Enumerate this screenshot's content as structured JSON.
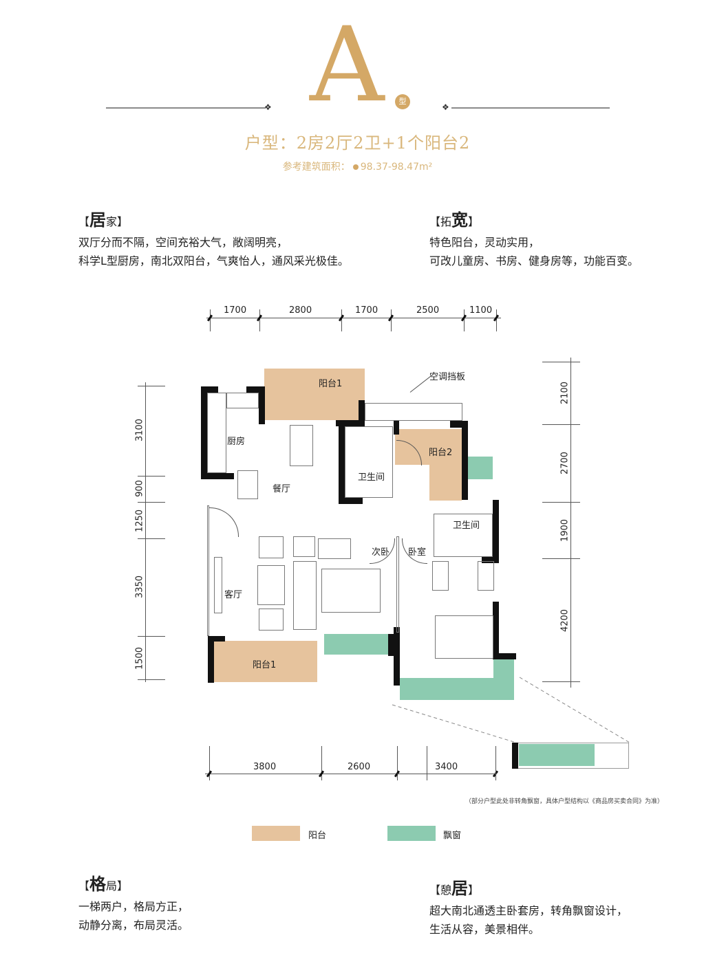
{
  "header": {
    "type_letter": "A",
    "type_badge": "型",
    "layout": "户型：2房2厅2卫+1个阳台2",
    "area_label": "参考建筑面积：",
    "area_value": "98.37-98.47m²"
  },
  "features": [
    {
      "id": "juja",
      "title_open": "【",
      "title_big": "居",
      "title_small": "家",
      "title_close": "】",
      "big_first": true,
      "lines": [
        "双厅分而不隔，空间充裕大气，敞阔明亮，",
        "科学L型厨房，南北双阳台，气爽怡人，通风采光极佳。"
      ]
    },
    {
      "id": "tuokuan",
      "title_open": "【",
      "title_small": "拓",
      "title_big": "宽",
      "title_close": "】",
      "big_first": false,
      "lines": [
        "特色阳台，灵动实用，",
        "可改儿童房、书房、健身房等，功能百变。"
      ]
    },
    {
      "id": "geju",
      "title_open": "【",
      "title_big": "格",
      "title_small": "局",
      "title_close": "】",
      "big_first": true,
      "lines": [
        "一梯两户，格局方正，",
        "动静分离，布局灵活。"
      ]
    },
    {
      "id": "qiju",
      "title_open": "【",
      "title_small": "憩",
      "title_big": "居",
      "title_close": "】",
      "big_first": false,
      "lines": [
        "超大南北通透主卧套房，转角飘窗设计，",
        "生活从容，美景相伴。"
      ]
    }
  ],
  "dimensions": {
    "top": [
      "1700",
      "2800",
      "1700",
      "2500",
      "1100"
    ],
    "bottom": [
      "3800",
      "2600",
      "3400"
    ],
    "left": [
      "3100",
      "900",
      "1250",
      "3350",
      "1500"
    ],
    "right": [
      "2100",
      "2700",
      "1900",
      "4200"
    ]
  },
  "rooms": {
    "balcony1_north": "阳台1",
    "balcony1_south": "阳台1",
    "balcony2": "阳台2",
    "kitchen": "厨房",
    "dining": "餐厅",
    "living": "客厅",
    "bathroom1": "卫生间",
    "bathroom2": "卫生间",
    "second_bedroom": "次卧",
    "master_bedroom": "卧室",
    "ac_panel": "空调挡板"
  },
  "legend": [
    {
      "label": "阳台",
      "color": "#e6c39d"
    },
    {
      "label": "飘窗",
      "color": "#8ccbb0"
    }
  ],
  "footnote": "（部分户型此处非转角飘窗，具体户型结构以《商品房买卖合同》为准）",
  "colors": {
    "gold": "#d4a866",
    "balcony": "#e6c39d",
    "bay_window": "#8ccbb0",
    "wall": "#111111"
  }
}
